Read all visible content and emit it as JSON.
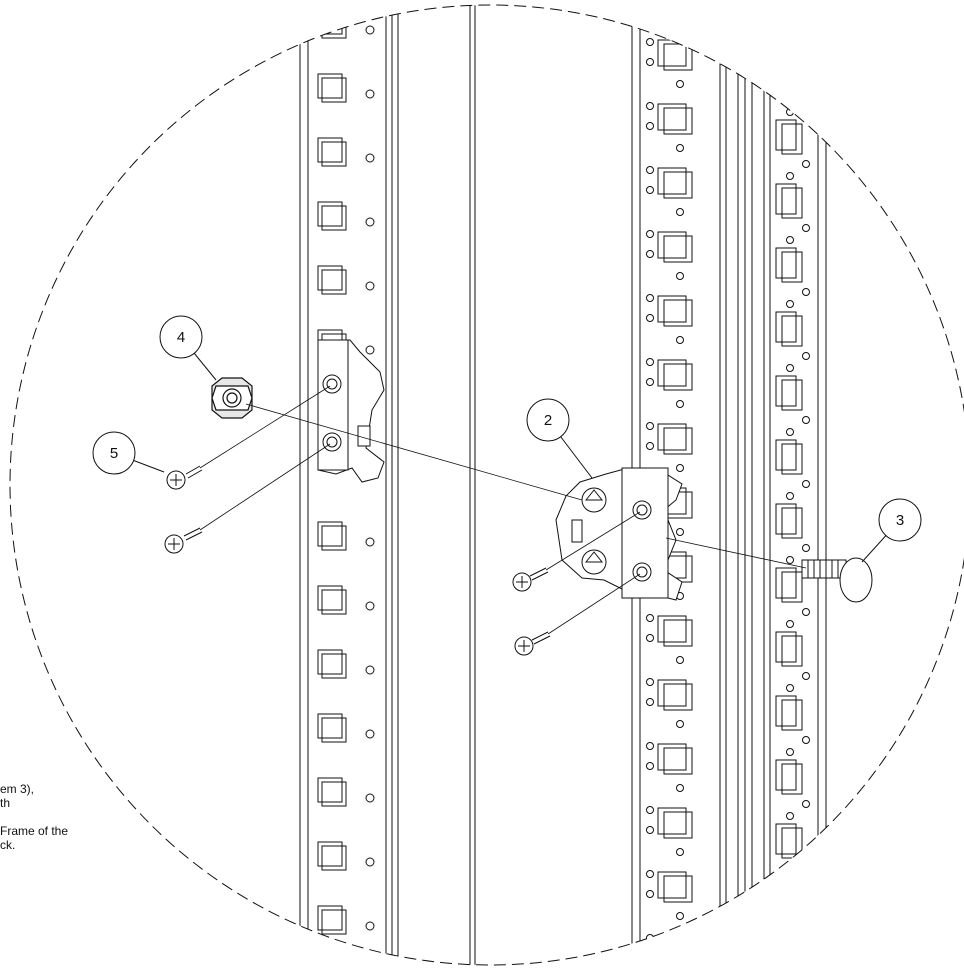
{
  "callouts": [
    "4",
    "2",
    "5",
    "3"
  ],
  "notes": {
    "line_1": "em 3),",
    "line_2": "th",
    "line_3": "Frame of the",
    "line_4": "ck."
  }
}
